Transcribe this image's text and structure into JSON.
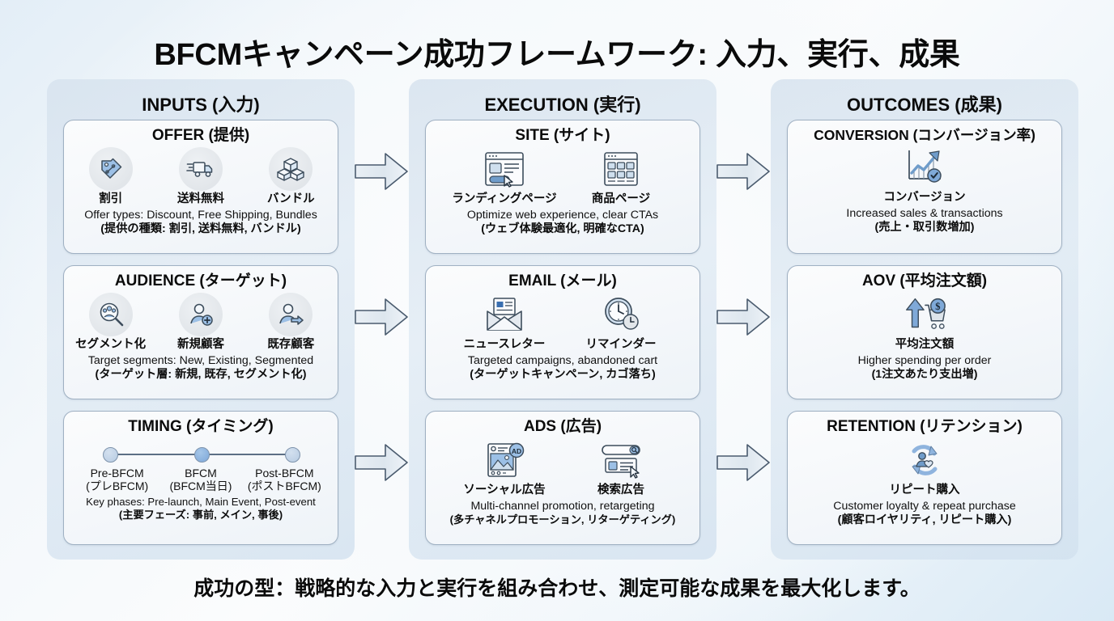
{
  "title": "BFCMキャンペーン成功フレームワーク: 入力、実行、成果",
  "footer": "成功の型：戦略的な入力と実行を組み合わせ、測定可能な成果を最大化します。",
  "colors": {
    "accent_blue": "#7da7d9",
    "icon_stroke": "#3d4d5c",
    "card_border": "#9fb0c2",
    "panel_bg": "#d6e2ee",
    "timeline_line": "#5c6f85",
    "dot_active": "#7da7d9",
    "dot_inactive": "#b6cbe2"
  },
  "columns": [
    {
      "id": "inputs",
      "header": "INPUTS (入力)",
      "cards": [
        {
          "id": "offer",
          "title": "OFFER (提供)",
          "icons": [
            {
              "name": "discount-tag-icon",
              "label": "割引"
            },
            {
              "name": "free-shipping-truck-icon",
              "label": "送料無料"
            },
            {
              "name": "bundle-boxes-icon",
              "label": "バンドル"
            }
          ],
          "caption_en": "Offer types: Discount, Free Shipping, Bundles",
          "caption_jp": "(提供の種類: 割引, 送料無料, バンドル)"
        },
        {
          "id": "audience",
          "title": "AUDIENCE (ターゲット)",
          "icons": [
            {
              "name": "segmentation-magnifier-icon",
              "label": "セグメント化"
            },
            {
              "name": "new-customer-icon",
              "label": "新規顧客"
            },
            {
              "name": "existing-customer-icon",
              "label": "既存顧客"
            }
          ],
          "caption_en": "Target segments: New, Existing, Segmented",
          "caption_jp": "(ターゲット層: 新規, 既存, セグメント化)"
        },
        {
          "id": "timing",
          "title": "TIMING (タイミング)",
          "timeline": [
            {
              "en": "Pre-BFCM",
              "jp": "(プレBFCM)",
              "active": false
            },
            {
              "en": "BFCM",
              "jp": "(BFCM当日)",
              "active": true
            },
            {
              "en": "Post-BFCM",
              "jp": "(ポストBFCM)",
              "active": false
            }
          ],
          "caption_en": "Key phases: Pre-launch, Main Event, Post-event",
          "caption_jp": "(主要フェーズ: 事前, メイン, 事後)"
        }
      ]
    },
    {
      "id": "execution",
      "header": "EXECUTION (実行)",
      "cards": [
        {
          "id": "site",
          "title": "SITE (サイト)",
          "icons": [
            {
              "name": "landing-page-icon",
              "label": "ランディングページ"
            },
            {
              "name": "product-page-icon",
              "label": "商品ページ"
            }
          ],
          "caption_en": "Optimize web experience, clear CTAs",
          "caption_jp": "(ウェブ体験最適化, 明確なCTA)"
        },
        {
          "id": "email",
          "title": "EMAIL (メール)",
          "icons": [
            {
              "name": "newsletter-envelope-icon",
              "label": "ニュースレター"
            },
            {
              "name": "reminder-clock-icon",
              "label": "リマインダー"
            }
          ],
          "caption_en": "Targeted campaigns, abandoned cart",
          "caption_jp": "(ターゲットキャンペーン, カゴ落ち)"
        },
        {
          "id": "ads",
          "title": "ADS (広告)",
          "icons": [
            {
              "name": "social-ad-icon",
              "label": "ソーシャル広告"
            },
            {
              "name": "search-ad-icon",
              "label": "検索広告"
            }
          ],
          "caption_en": "Multi-channel promotion, retargeting",
          "caption_jp": "(多チャネルプロモーション, リターゲティング)"
        }
      ]
    },
    {
      "id": "outcomes",
      "header": "OUTCOMES (成果)",
      "cards": [
        {
          "id": "conversion",
          "title": "CONVERSION (コンバージョン率)",
          "icons": [
            {
              "name": "conversion-growth-chart-icon",
              "label": "コンバージョン"
            }
          ],
          "caption_en": "Increased sales & transactions",
          "caption_jp": "(売上・取引数増加)"
        },
        {
          "id": "aov",
          "title": "AOV (平均注文額)",
          "icons": [
            {
              "name": "aov-cart-up-arrow-icon",
              "label": "平均注文額"
            }
          ],
          "caption_en": "Higher spending per order",
          "caption_jp": "(1注文あたり支出増)"
        },
        {
          "id": "retention",
          "title": "RETENTION (リテンション)",
          "icons": [
            {
              "name": "retention-loyalty-cycle-icon",
              "label": "リピート購入"
            }
          ],
          "caption_en": "Customer loyalty & repeat purchase",
          "caption_jp": "(顧客ロイヤリティ, リピート購入)"
        }
      ]
    }
  ],
  "arrows": [
    {
      "name": "arrow-inputs-to-execution-row1"
    },
    {
      "name": "arrow-inputs-to-execution-row2"
    },
    {
      "name": "arrow-inputs-to-execution-row3"
    },
    {
      "name": "arrow-execution-to-outcomes-row1"
    },
    {
      "name": "arrow-execution-to-outcomes-row2"
    },
    {
      "name": "arrow-execution-to-outcomes-row3"
    }
  ]
}
